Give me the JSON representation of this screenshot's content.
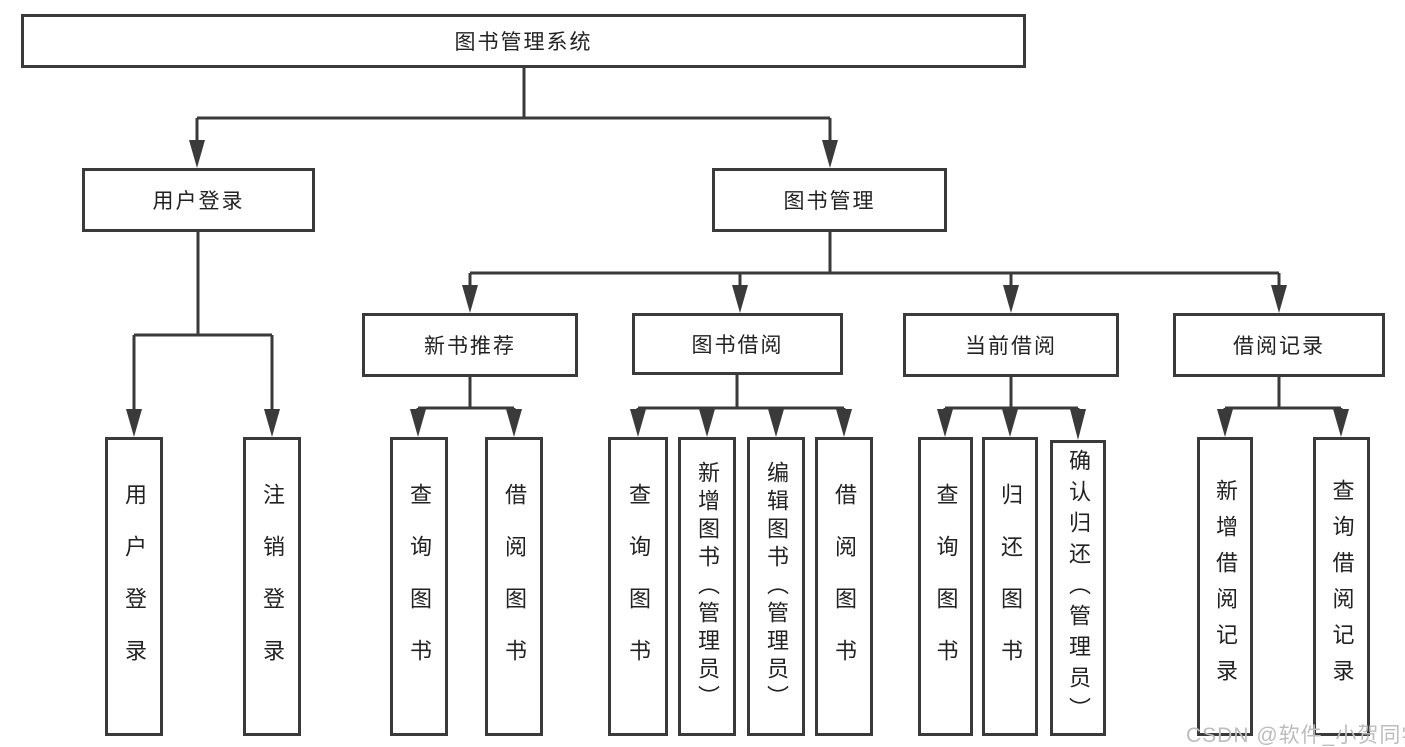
{
  "colors": {
    "line": "#3a3a3a",
    "box_border": "#3a3a3a",
    "text": "#222222",
    "watermark": "#bdbdbd",
    "background": "#ffffff"
  },
  "watermark": "CSDN @软件_小贺同学",
  "nodes": [
    {
      "id": "root",
      "label": "图书管理系统"
    },
    {
      "id": "user-login-module",
      "label": "用户登录"
    },
    {
      "id": "book-management-module",
      "label": "图书管理"
    },
    {
      "id": "new-book-recommend",
      "label": "新书推荐"
    },
    {
      "id": "book-borrow",
      "label": "图书借阅"
    },
    {
      "id": "current-borrow",
      "label": "当前借阅"
    },
    {
      "id": "borrow-records",
      "label": "借阅记录"
    },
    {
      "id": "user-login",
      "label": "用户登录"
    },
    {
      "id": "logout",
      "label": "注销登录"
    },
    {
      "id": "query-books-recommend",
      "label": "查询图书"
    },
    {
      "id": "borrow-book-recommend",
      "label": "借阅图书"
    },
    {
      "id": "query-books-borrow",
      "label": "查询图书"
    },
    {
      "id": "add-book-admin",
      "label": "新增图书（管理员）"
    },
    {
      "id": "edit-book-admin",
      "label": "编辑图书（管理员）"
    },
    {
      "id": "borrow-book",
      "label": "借阅图书"
    },
    {
      "id": "query-books-current",
      "label": "查询图书"
    },
    {
      "id": "return-book",
      "label": "归还图书"
    },
    {
      "id": "confirm-return-admin",
      "label": "确认归还（管理员）"
    },
    {
      "id": "add-borrow-record",
      "label": "新增借阅记录"
    },
    {
      "id": "query-borrow-record",
      "label": "查询借阅记录"
    }
  ],
  "edges": [
    {
      "from": "图书管理系统",
      "to": [
        "用户登录",
        "图书管理"
      ]
    },
    {
      "from": "用户登录",
      "to": [
        "用户登录",
        "注销登录"
      ]
    },
    {
      "from": "图书管理",
      "to": [
        "新书推荐",
        "图书借阅",
        "当前借阅",
        "借阅记录"
      ]
    },
    {
      "from": "新书推荐",
      "to": [
        "查询图书",
        "借阅图书"
      ]
    },
    {
      "from": "图书借阅",
      "to": [
        "查询图书",
        "新增图书（管理员）",
        "编辑图书（管理员）",
        "借阅图书"
      ]
    },
    {
      "from": "当前借阅",
      "to": [
        "查询图书",
        "归还图书",
        "确认归还（管理员）"
      ]
    },
    {
      "from": "借阅记录",
      "to": [
        "新增借阅记录",
        "查询借阅记录"
      ]
    }
  ]
}
